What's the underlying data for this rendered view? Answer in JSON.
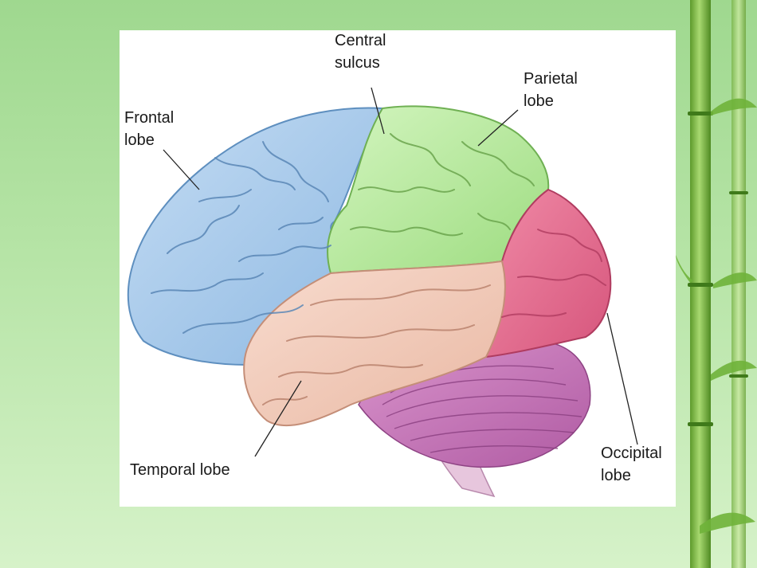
{
  "labels": {
    "central_sulcus": [
      "Central",
      "sulcus"
    ],
    "parietal_lobe": [
      "Parietal",
      "lobe"
    ],
    "frontal_lobe": [
      "Frontal",
      "lobe"
    ],
    "temporal_lobe": [
      "Temporal lobe"
    ],
    "occipital_lobe": [
      "Occipital",
      "lobe"
    ]
  },
  "colors": {
    "background": "#a8dc98",
    "frontal": "#9cc4e8",
    "parietal": "#b3e89b",
    "temporal": "#f2c9b8",
    "occipital": "#e06b8d",
    "cerebellum": "#c46fb6",
    "brainstem": "#e0b7d6",
    "bamboo": "#6faa3a"
  }
}
